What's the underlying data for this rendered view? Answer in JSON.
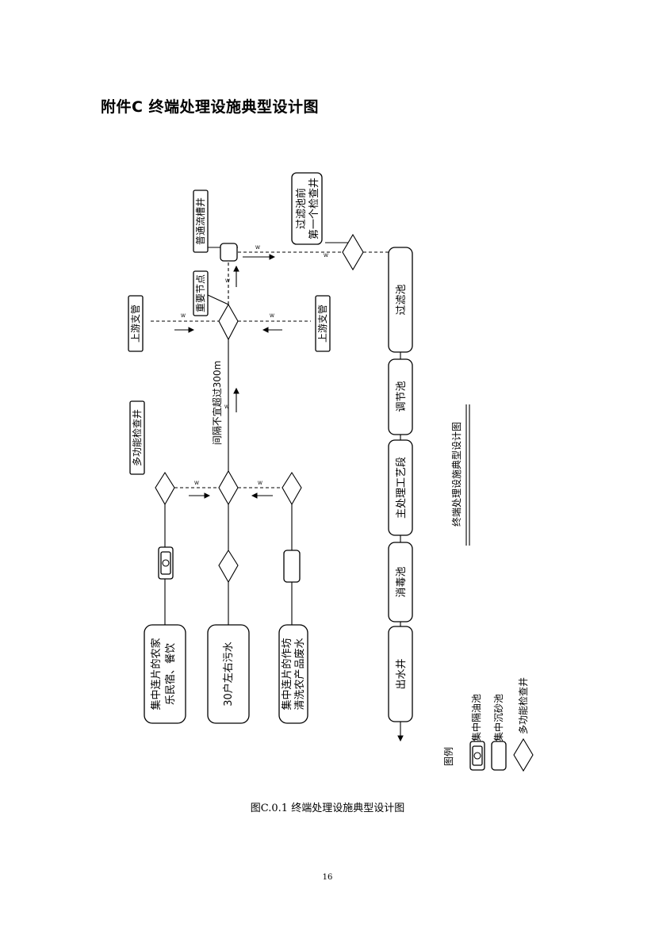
{
  "page": {
    "heading": "附件C  终端处理设施典型设计图",
    "caption": "图C.0.1 终端处理设施典型设计图",
    "page_number": "16"
  },
  "diagram": {
    "sources": {
      "farmhouse": "集中连片的农家乐民宿、餐饮",
      "households": "30户左右污水",
      "workshop": "集中连片的作坊清洗农产品废水"
    },
    "labels": {
      "multi_well": "多功能检查井",
      "upstream_left": "上游支管",
      "upstream_right": "上游支管",
      "key_node": "重要节点",
      "flow_well": "普通流槽井",
      "pre_filter_well": "过滤池前第一个检查井",
      "interval_note": "间隔不宜超过300m",
      "flow_mark": "W",
      "subtitle": "终端处理设施典型设计图"
    },
    "process": [
      "过滤池",
      "调节池",
      "主处理工艺段",
      "消毒池",
      "出水井"
    ],
    "legend": {
      "title": "图例",
      "items": [
        "集中隔油池",
        "集中沉砂池",
        "多功能检查井"
      ]
    }
  }
}
